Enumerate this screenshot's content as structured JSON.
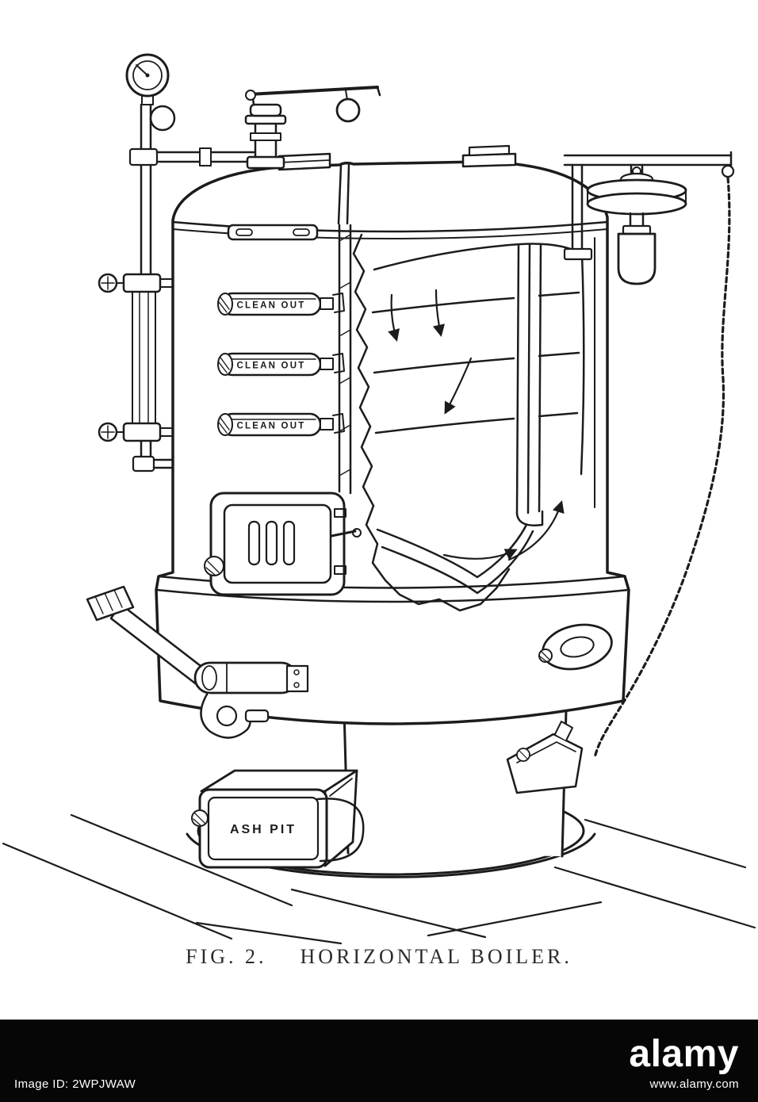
{
  "figure": {
    "caption_fig": "FIG. 2.",
    "caption_title": "HORIZONTAL BOILER."
  },
  "drawing_labels": {
    "clean_out": "CLEAN OUT",
    "ash_pit": "ASH PIT"
  },
  "footer": {
    "image_id": "Image ID: 2WPJWAW",
    "brand": "alamy",
    "url": "www.alamy.com"
  },
  "colors": {
    "ink": "#1c1c1c",
    "paper": "#ffffff",
    "footer_bg": "#060606",
    "footer_text": "#ffffff"
  }
}
